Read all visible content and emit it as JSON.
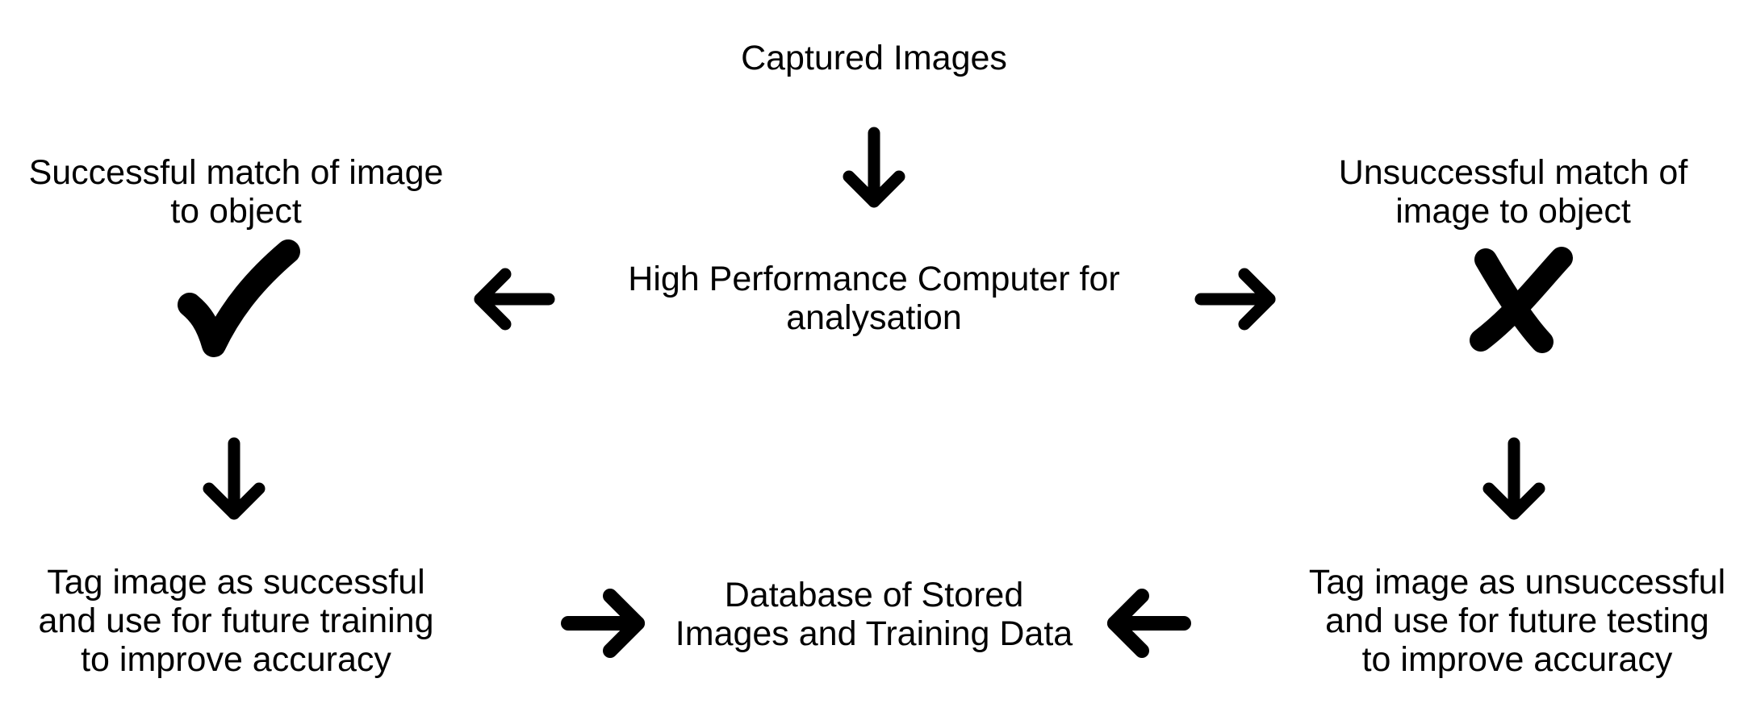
{
  "nodes": {
    "captured": "Captured Images",
    "hpc": "High Performance Computer for\nanalysation",
    "success": "Successful match of image\nto object",
    "failure": "Unsuccessful match of\nimage to object",
    "tag_success": "Tag image as successful\nand use for future training\nto improve accuracy",
    "tag_failure": "Tag image as unsuccessful\nand use for future testing\nto improve accuracy",
    "database": "Database of Stored\nImages and Training Data"
  },
  "icons": {
    "success": "check-mark-icon",
    "failure": "cross-mark-icon",
    "arrows": [
      "arrow-down-icon",
      "arrow-left-icon",
      "arrow-right-icon"
    ]
  },
  "colors": {
    "ink": "#000000",
    "background": "#ffffff"
  }
}
